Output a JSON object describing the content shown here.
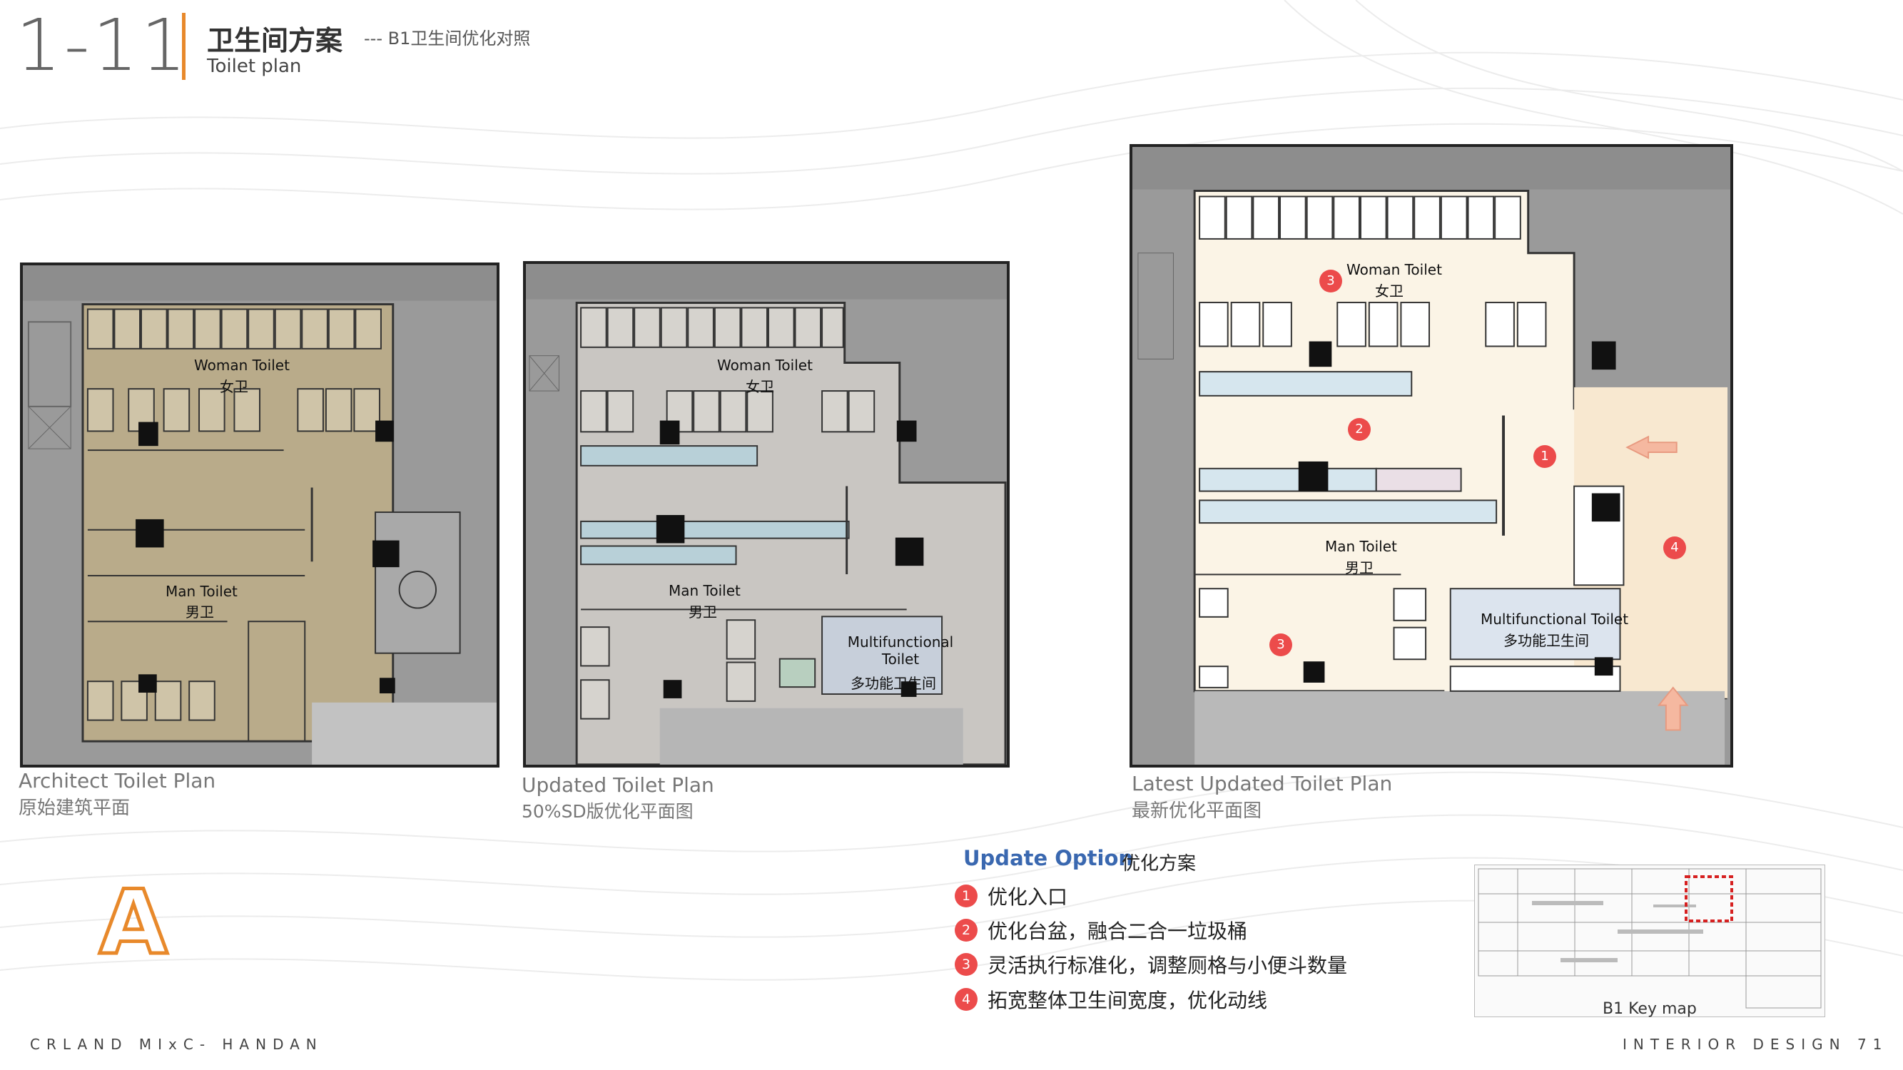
{
  "header": {
    "section_number": "1-11",
    "title": "卫生间方案",
    "subtitle": "--- B1卫生间优化对照",
    "title_en": "Toilet plan"
  },
  "plans": [
    {
      "caption_en": "Architect Toilet Plan",
      "caption_cn": "原始建筑平面",
      "woman_en": "Woman Toilet",
      "woman_cn": "女卫",
      "man_en": "Man Toilet",
      "man_cn": "男卫"
    },
    {
      "caption_en": "Updated Toilet Plan",
      "caption_cn": "50%SD版优化平面图",
      "woman_en": "Woman Toilet",
      "woman_cn": "女卫",
      "man_en": "Man Toilet",
      "man_cn": "男卫",
      "multi_en": "Multifunctional Toilet",
      "multi_cn": "多功能卫生间"
    },
    {
      "caption_en": "Latest Updated Toilet Plan",
      "caption_cn": "最新优化平面图",
      "woman_en": "Woman Toilet",
      "woman_cn": "女卫",
      "man_en": "Man Toilet",
      "man_cn": "男卫",
      "multi_en": "Multifunctional Toilet",
      "multi_cn": "多功能卫生间",
      "markers": [
        "3",
        "2",
        "1",
        "4",
        "3"
      ]
    }
  ],
  "update": {
    "title": "Update Option",
    "title_cn": "优化方案",
    "options": [
      {
        "num": "1",
        "text": "优化入口"
      },
      {
        "num": "2",
        "text": "优化台盆，融合二合一垃圾桶"
      },
      {
        "num": "3",
        "text": "灵活执行标准化，调整厕格与小便斗数量"
      },
      {
        "num": "4",
        "text": "拓宽整体卫生间宽度，优化动线"
      }
    ]
  },
  "keymap_label": "B1 Key map",
  "footer": {
    "left": "CRLAND MIxC- HANDAN",
    "right": "INTERIOR DESIGN 71"
  },
  "logo_letter": "A",
  "colors": {
    "accent": "#e8892b",
    "marker": "#ec4b4b",
    "update_title": "#3a68b0",
    "plan1_fill": "#b9ab8a",
    "plan2_fill": "#c9c6c2",
    "plan3_fill": "#fbf4e6"
  }
}
